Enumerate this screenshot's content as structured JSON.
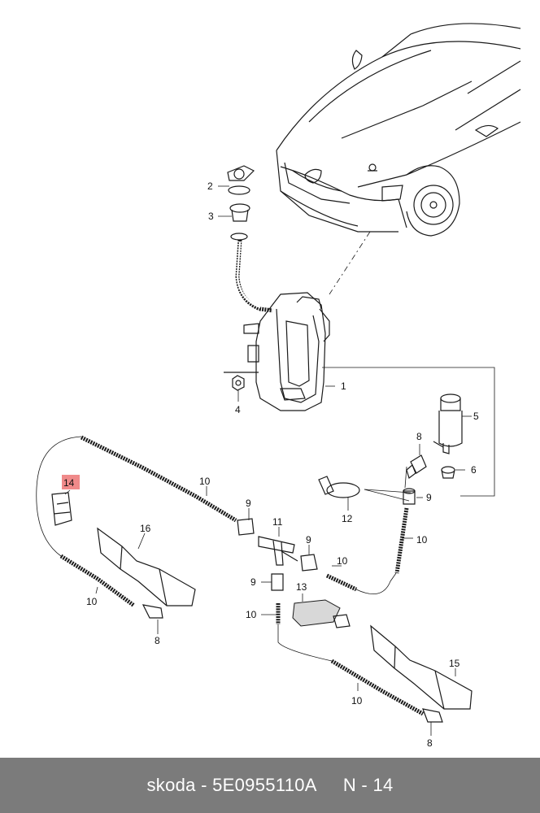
{
  "diagram": {
    "labels": {
      "p1": "1",
      "p2": "2",
      "p3": "3",
      "p4": "4",
      "p5": "5",
      "p6": "6",
      "p8a": "8",
      "p8b": "8",
      "p8c": "8",
      "p9a": "9",
      "p9b": "9",
      "p9c": "9",
      "p9d": "9",
      "p10a": "10",
      "p10b": "10",
      "p10c": "10",
      "p10d": "10",
      "p10e": "10",
      "p10f": "10",
      "p11": "11",
      "p12": "12",
      "p13": "13",
      "p14": "14",
      "p15": "15",
      "p16": "16"
    },
    "highlight_color": "#f08a8a"
  },
  "footer": {
    "brand": "skoda",
    "sep1": " - ",
    "part_number": "5E0955110A",
    "gap": "     ",
    "position": "N - 14"
  }
}
